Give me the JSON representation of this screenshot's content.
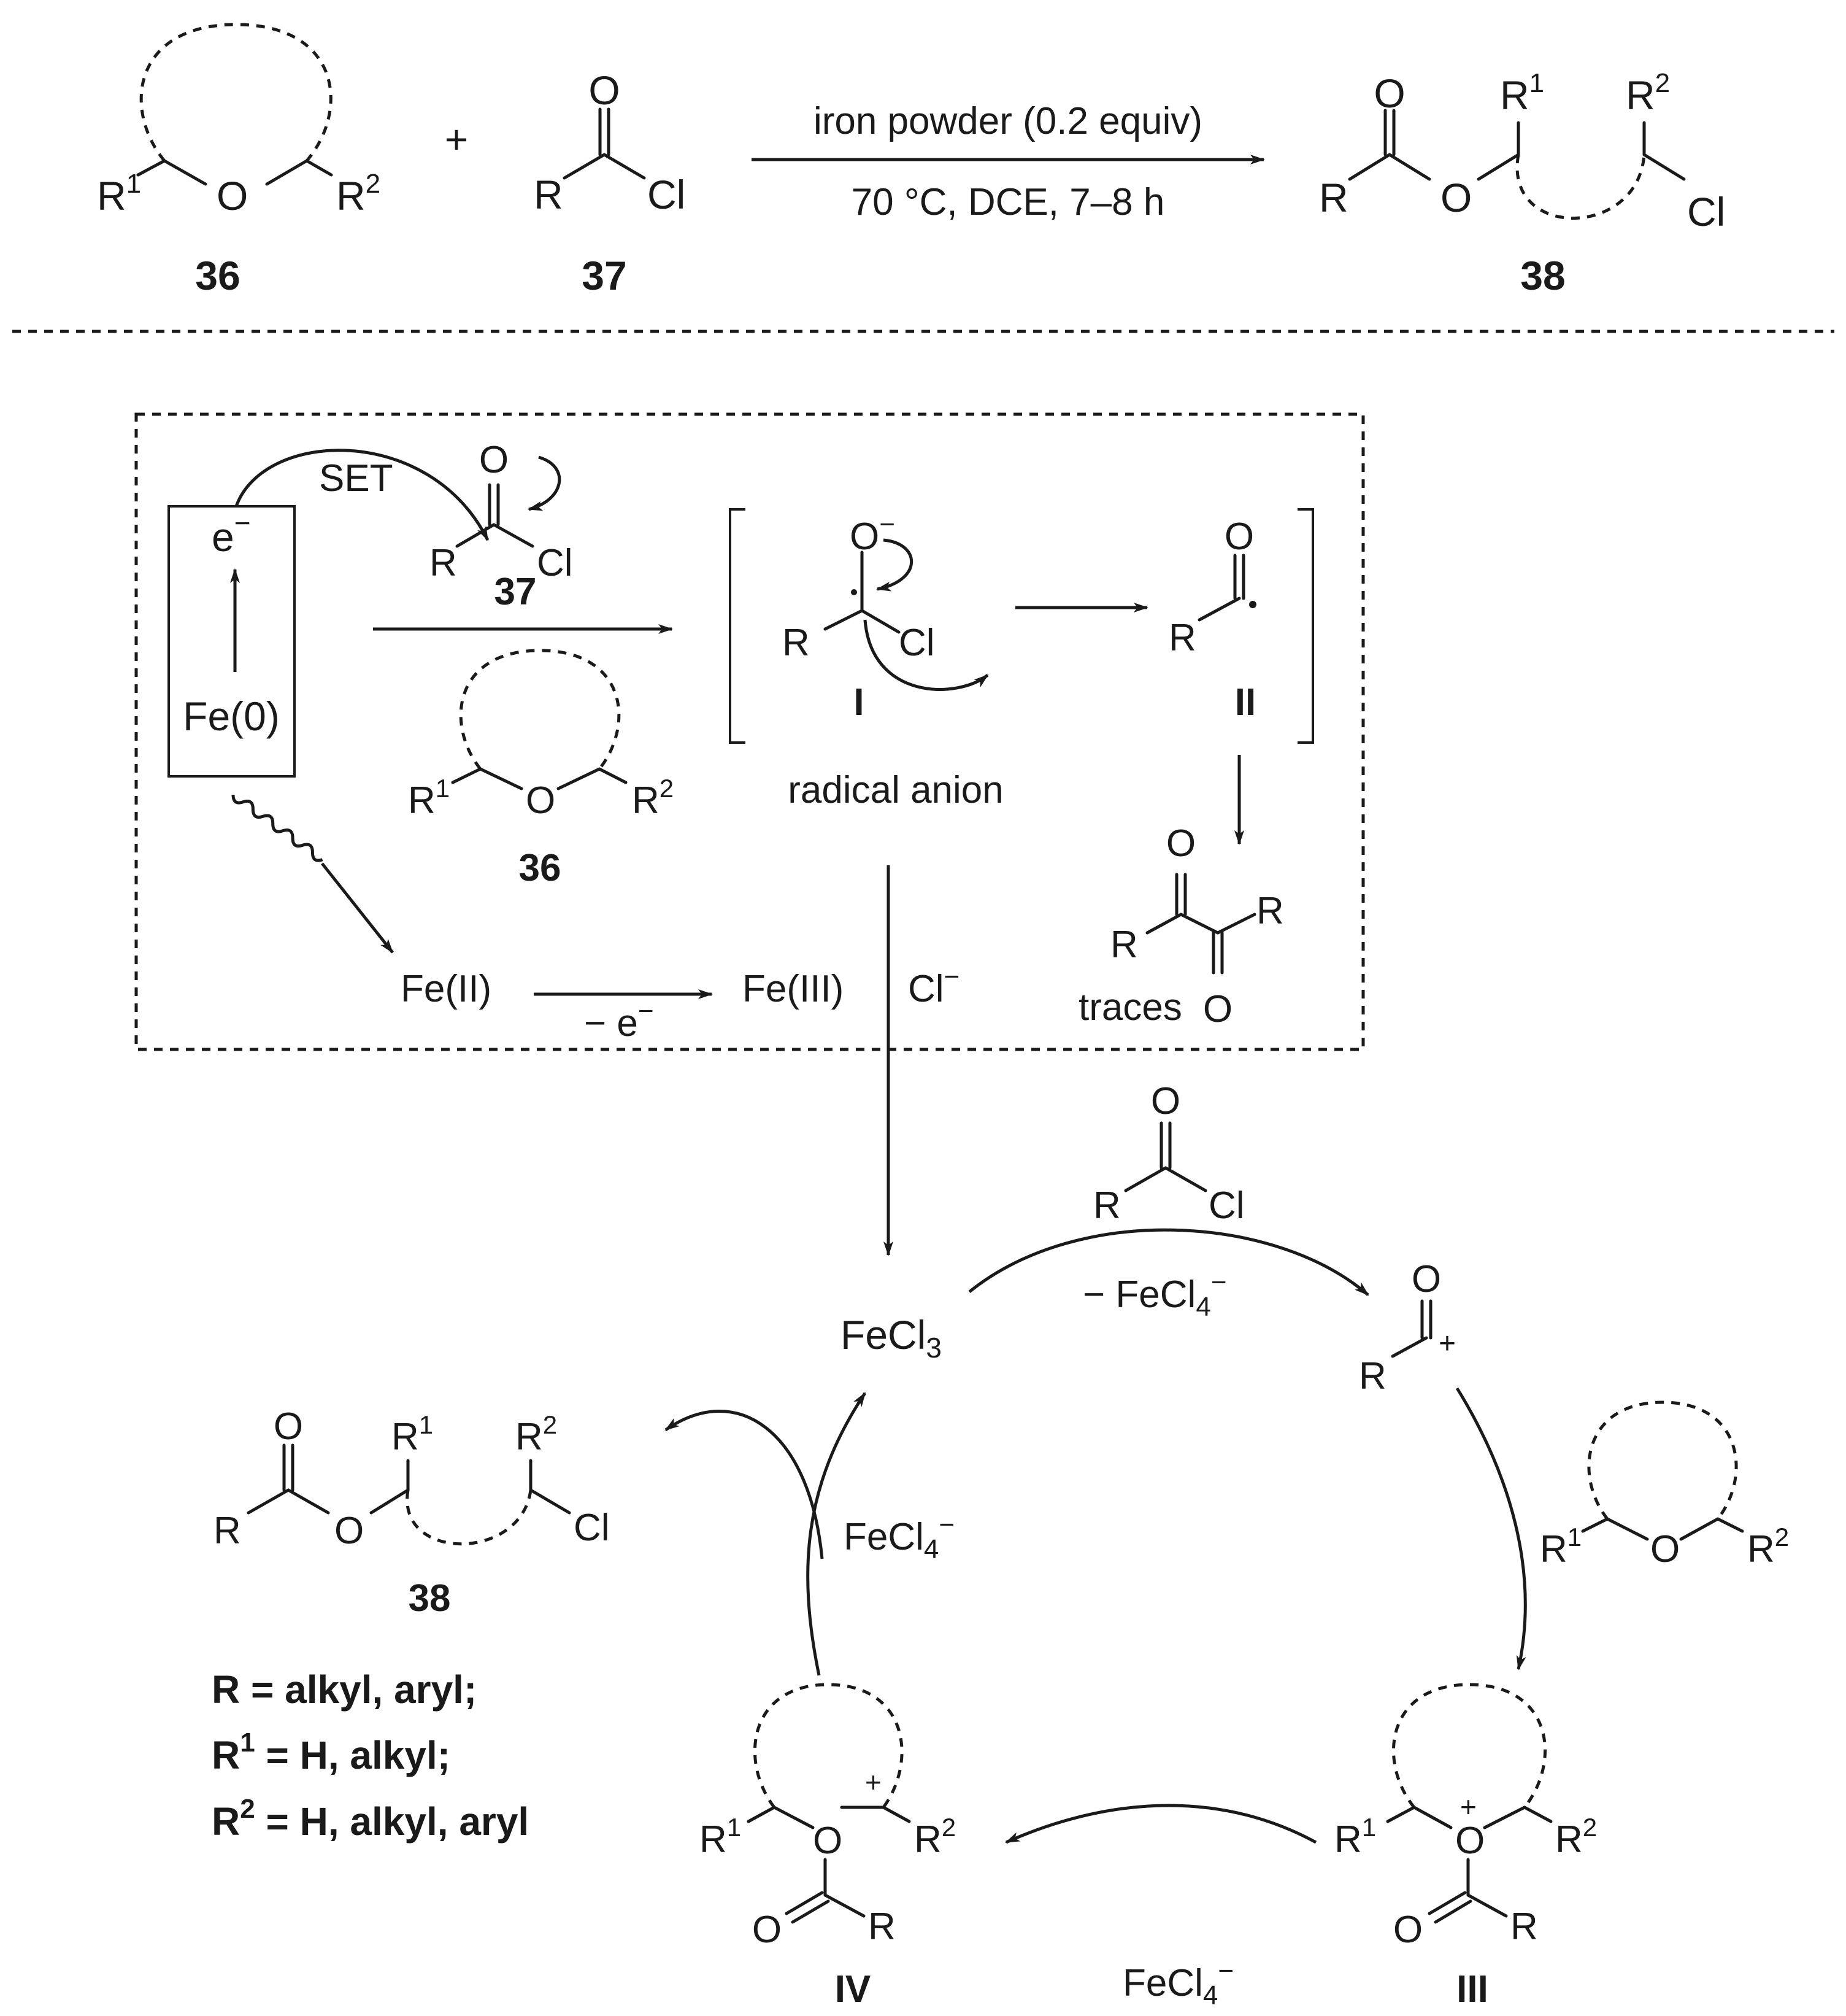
{
  "top_reaction": {
    "compound_36": {
      "number": "36",
      "r1": "R",
      "r1_sup": "1",
      "o": "O",
      "r2": "R",
      "r2_sup": "2"
    },
    "plus": "+",
    "compound_37": {
      "number": "37",
      "o": "O",
      "r": "R",
      "cl": "Cl"
    },
    "conditions": {
      "above": "iron powder (0.2 equiv)",
      "below": "70 °C, DCE, 7–8 h"
    },
    "compound_38": {
      "number": "38",
      "o_carbonyl": "O",
      "r": "R",
      "o_ester": "O",
      "r1": "R",
      "r1_sup": "1",
      "r2": "R",
      "r2_sup": "2",
      "cl": "Cl"
    }
  },
  "mechanism_box": {
    "electron": "e",
    "electron_charge": "−",
    "iron_zero": "Fe(0)",
    "set_label": "SET",
    "reagent_37": {
      "o": "O",
      "r": "R",
      "cl": "Cl",
      "number": "37"
    },
    "reagent_36": {
      "r1": "R",
      "r1_sup": "1",
      "o": "O",
      "r2": "R",
      "r2_sup": "2",
      "number": "36"
    },
    "intermediate_I": {
      "o": "O",
      "o_charge": "−",
      "r": "R",
      "cl": "Cl",
      "label": "I"
    },
    "intermediate_II": {
      "o": "O",
      "r": "R",
      "label": "II"
    },
    "radical_anion_label": "radical anion",
    "diketone": {
      "o1": "O",
      "r1": "R",
      "r2": "R",
      "o2": "O",
      "note": "traces"
    },
    "fe_ii": "Fe(II)",
    "oxidation_label": "− e",
    "oxidation_charge": "−",
    "fe_iii": "Fe(III)",
    "chloride": "Cl",
    "chloride_charge": "−"
  },
  "catalytic_cycle": {
    "fecl3": {
      "main": "FeCl",
      "sub": "3"
    },
    "reagent_37": {
      "o": "O",
      "r": "R",
      "cl": "Cl"
    },
    "loss_fecl4": {
      "text": "− FeCl",
      "sub": "4",
      "charge": "−"
    },
    "acylium": {
      "o": "O",
      "r": "R",
      "charge": "+"
    },
    "ether_36": {
      "r1": "R",
      "r1_sup": "1",
      "o": "O",
      "r2": "R",
      "r2_sup": "2"
    },
    "intermediate_III": {
      "r1": "R",
      "r1_sup": "1",
      "o": "O",
      "o_charge": "+",
      "r2": "R",
      "r2_sup": "2",
      "o_carbonyl": "O",
      "r": "R",
      "label": "III"
    },
    "fecl4_bottom": {
      "text": "FeCl",
      "sub": "4",
      "charge": "−"
    },
    "intermediate_IV": {
      "r1": "R",
      "r1_sup": "1",
      "o": "O",
      "c_charge": "+",
      "r2": "R",
      "r2_sup": "2",
      "o_carbonyl": "O",
      "r": "R",
      "label": "IV"
    },
    "fecl4_left": {
      "text": "FeCl",
      "sub": "4",
      "charge": "−"
    },
    "product_38": {
      "o_carbonyl": "O",
      "r": "R",
      "o_ester": "O",
      "r1": "R",
      "r1_sup": "1",
      "r2": "R",
      "r2_sup": "2",
      "cl": "Cl",
      "number": "38"
    }
  },
  "legend": {
    "line1": "R = alkyl, aryl;",
    "line2_pre": "R",
    "line2_sup": "1",
    "line2_post": " = H, alkyl;",
    "line3_pre": "R",
    "line3_sup": "2",
    "line3_post": " = H, alkyl, aryl"
  }
}
